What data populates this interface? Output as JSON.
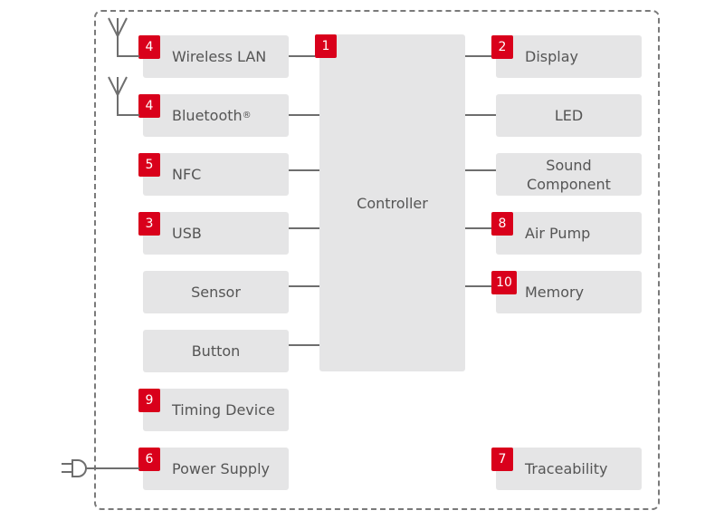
{
  "controller": {
    "label": "Controller",
    "badge": "1"
  },
  "left_blocks": [
    {
      "label": "Wireless LAN",
      "badge": "4",
      "suffix": ""
    },
    {
      "label": "Bluetooth",
      "badge": "4",
      "suffix": "®"
    },
    {
      "label": "NFC",
      "badge": "5",
      "suffix": ""
    },
    {
      "label": "USB",
      "badge": "3",
      "suffix": ""
    },
    {
      "label": "Sensor",
      "badge": "",
      "suffix": ""
    },
    {
      "label": "Button",
      "badge": "",
      "suffix": ""
    },
    {
      "label": "Timing Device",
      "badge": "9",
      "suffix": ""
    },
    {
      "label": "Power Supply",
      "badge": "6",
      "suffix": ""
    }
  ],
  "right_blocks": [
    {
      "label": "Display",
      "badge": "2"
    },
    {
      "label": "LED",
      "badge": ""
    },
    {
      "label": "Sound",
      "label2": "Component",
      "badge": ""
    },
    {
      "label": "Air Pump",
      "badge": "8"
    },
    {
      "label": "Memory",
      "badge": "10"
    },
    {
      "label": "Traceability",
      "badge": "7"
    }
  ],
  "icons": {
    "antenna_1": "antenna-icon",
    "antenna_2": "antenna-icon",
    "plug": "power-plug-icon"
  },
  "colors": {
    "badge": "#d9001b",
    "block": "#e5e5e6",
    "line": "#6e6e6e",
    "frame": "#7a7a7a",
    "text": "#555555"
  }
}
